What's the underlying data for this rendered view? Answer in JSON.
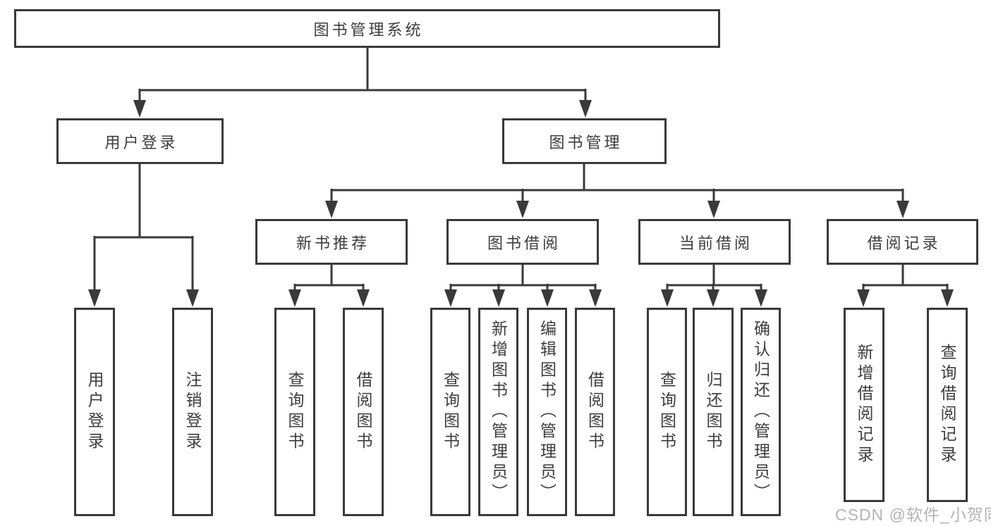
{
  "diagram": {
    "root": {
      "label": "图书管理系统"
    },
    "branches": [
      {
        "label": "用户登录",
        "children": [
          {
            "label": "用户登录"
          },
          {
            "label": "注销登录"
          }
        ]
      },
      {
        "label": "图书管理",
        "children": [
          {
            "label": "新书推荐",
            "children": [
              {
                "label": "查询图书"
              },
              {
                "label": "借阅图书"
              }
            ]
          },
          {
            "label": "图书借阅",
            "children": [
              {
                "label": "查询图书"
              },
              {
                "label": "新增图书（管理员）"
              },
              {
                "label": "编辑图书（管理员）"
              },
              {
                "label": "借阅图书"
              }
            ]
          },
          {
            "label": "当前借阅",
            "children": [
              {
                "label": "查询图书"
              },
              {
                "label": "归还图书"
              },
              {
                "label": "确认归还（管理员）"
              }
            ]
          },
          {
            "label": "借阅记录",
            "children": [
              {
                "label": "新增借阅记录"
              },
              {
                "label": "查询借阅记录"
              }
            ]
          }
        ]
      }
    ]
  },
  "watermark": "CSDN @软件_小贺同学",
  "colors": {
    "line": "#3a3a3a",
    "box_border": "#3a3a3a",
    "text": "#3d3d3d",
    "watermark": "#b3b3b3",
    "background": "#ffffff"
  }
}
